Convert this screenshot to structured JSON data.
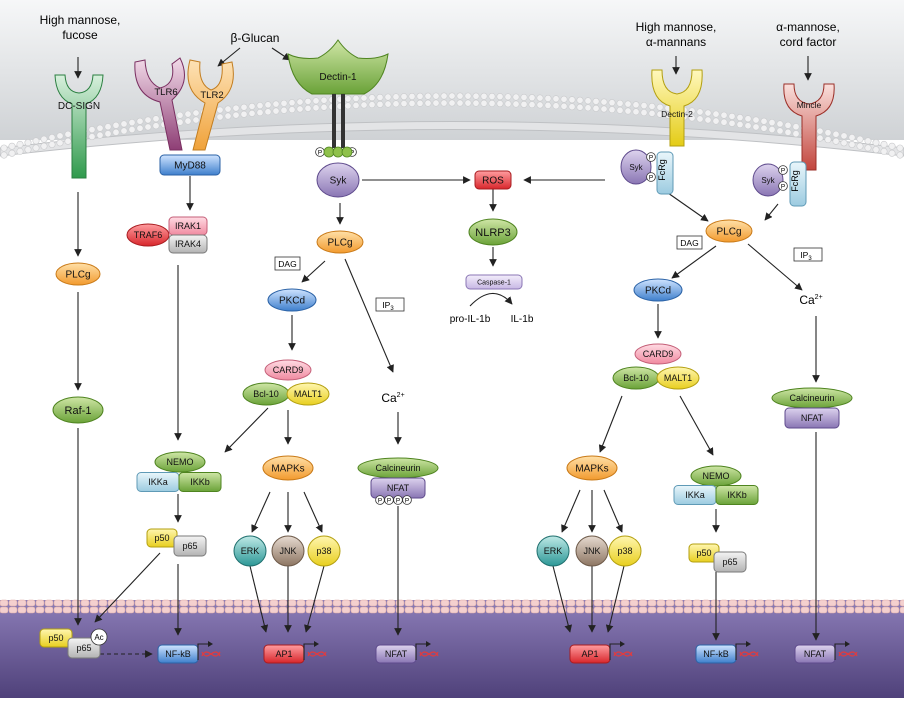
{
  "ligands": {
    "dcsign_ligand": [
      "High mannose,",
      "fucose"
    ],
    "glucan": "β-Glucan",
    "dectin2_ligand": [
      "High mannose,",
      "α-mannans"
    ],
    "mincle_ligand": [
      "α-mannose,",
      "cord factor"
    ]
  },
  "receptors": {
    "dcsign": "DC-SIGN",
    "tlr6": "TLR6",
    "tlr2": "TLR2",
    "dectin1": "Dectin-1",
    "dectin2": "Dectin-2",
    "mincle": "Mincle"
  },
  "nodes": {
    "myd88": "MyD88",
    "irak1": "IRAK1",
    "irak4": "IRAK4",
    "traf6": "TRAF6",
    "plcg": "PLCg",
    "raf1": "Raf-1",
    "syk": "Syk",
    "fcrg": "FcRg",
    "p": "P",
    "ros": "ROS",
    "nlrp3": "NLRP3",
    "caspase1": "Caspase-1",
    "pro_il1b": "pro-IL-1b",
    "il1b": "IL-1b",
    "dag": "DAG",
    "ip3": "IP",
    "ip3_sub": "3",
    "ca": "Ca",
    "ca_sup": "2+",
    "pkcd": "PKCd",
    "card9": "CARD9",
    "bcl10": "Bcl-10",
    "malt1": "MALT1",
    "mapks": "MAPKs",
    "erk": "ERK",
    "jnk": "JNK",
    "p38": "p38",
    "calcineurin": "Calcineurin",
    "nfat": "NFAT",
    "nemo": "NEMO",
    "ikka": "IKKa",
    "ikkb": "IKKb",
    "p50": "p50",
    "p65": "p65",
    "ac": "Ac",
    "nfkb": "NF-kB",
    "ap1": "AP1"
  },
  "colors": {
    "membrane_top": "#d5d7d9",
    "nucleus": "#6a5a95",
    "green": "#86b84a",
    "orange": "#f6a13b",
    "blue": "#4f90d4",
    "purple": "#8a76b4",
    "pink": "#f08aa0",
    "red": "#e03a3e",
    "yellow": "#f0dc35",
    "teal": "#3aa6a6",
    "brown": "#9a8472"
  }
}
